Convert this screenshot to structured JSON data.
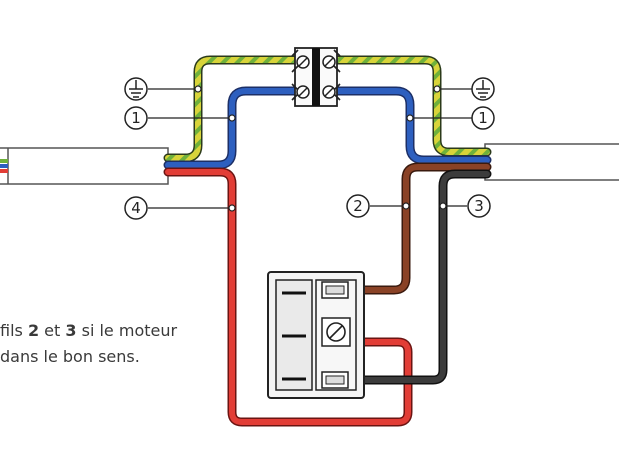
{
  "callouts": {
    "ground_left": "earth-ground",
    "ground_right": "earth-ground",
    "one_left": "1",
    "one_right": "1",
    "two": "2",
    "three": "3",
    "four": "4"
  },
  "note": {
    "line1_part1": "fils ",
    "line1_bold1": "2",
    "line1_part2": " et ",
    "line1_bold2": "3",
    "line1_part3": " si le moteur",
    "line2": "dans le bon sens."
  },
  "colors": {
    "earth_yellow": "#d8d43a",
    "earth_green": "#6fb13b",
    "neutral_blue": "#2d5fbf",
    "phase_red": "#e23d36",
    "brown": "#8a4226",
    "black": "#2e2e2e"
  }
}
